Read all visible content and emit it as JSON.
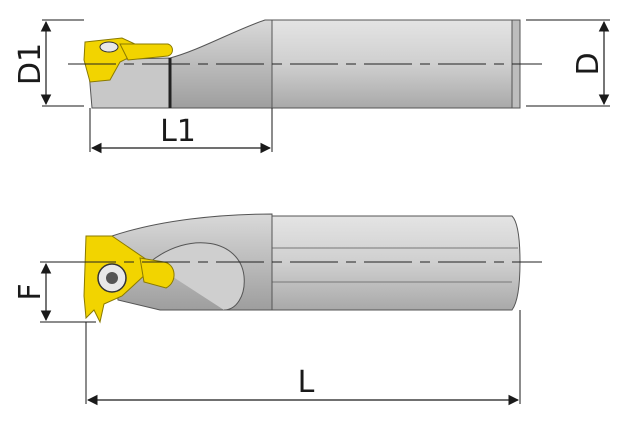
{
  "labels": {
    "d1": "D1",
    "d": "D",
    "l1": "L1",
    "f": "F",
    "l": "L"
  },
  "colors": {
    "body_light": "#d6d6d6",
    "body_mid": "#bfbfbf",
    "body_dark": "#9c9c9c",
    "outline": "#333333",
    "insert": "#f2d400",
    "insert_edge": "#8a7a00",
    "screw": "#e8e8e8",
    "dim_line": "#1a1a1a"
  }
}
